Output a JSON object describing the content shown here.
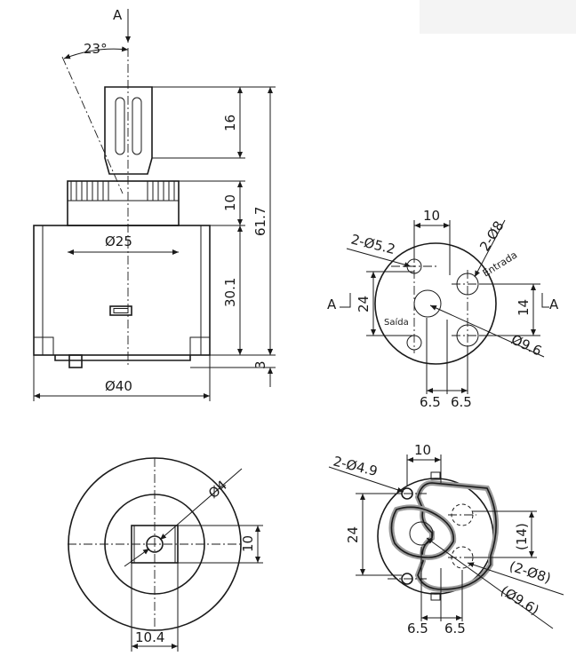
{
  "section_marker": "A",
  "angle_label": "23°",
  "side_view": {
    "stem_height": "16",
    "knurl_height": "10",
    "total_height": "61.7",
    "body_height": "30.1",
    "base_height": "3",
    "knurl_diameter": "Ø25",
    "body_diameter": "Ø40"
  },
  "bottom_view": {
    "hole_spacing_x": "10",
    "hole_label": "2-Ø5.2",
    "port_label": "2-Ø8",
    "inlet_label": "Entrada",
    "outlet_label": "Saída",
    "port_spacing": "24",
    "inlet_spacing": "14",
    "center_port": "Ø9.6",
    "offset_left": "6.5",
    "offset_right": "6.5",
    "marker_left": "A",
    "marker_right": "A"
  },
  "top_view": {
    "hole_diameter": "Ø4",
    "slot_height": "10",
    "slot_width": "10.4"
  },
  "seal_view": {
    "hole_spacing_x": "10",
    "hole_label": "2-Ø4.9",
    "port_spacing": "24",
    "inlet_spacing": "(14)",
    "port_label": "(2-Ø8)",
    "center_port": "(Ø9.6)",
    "offset_left": "6.5",
    "offset_right": "6.5"
  }
}
